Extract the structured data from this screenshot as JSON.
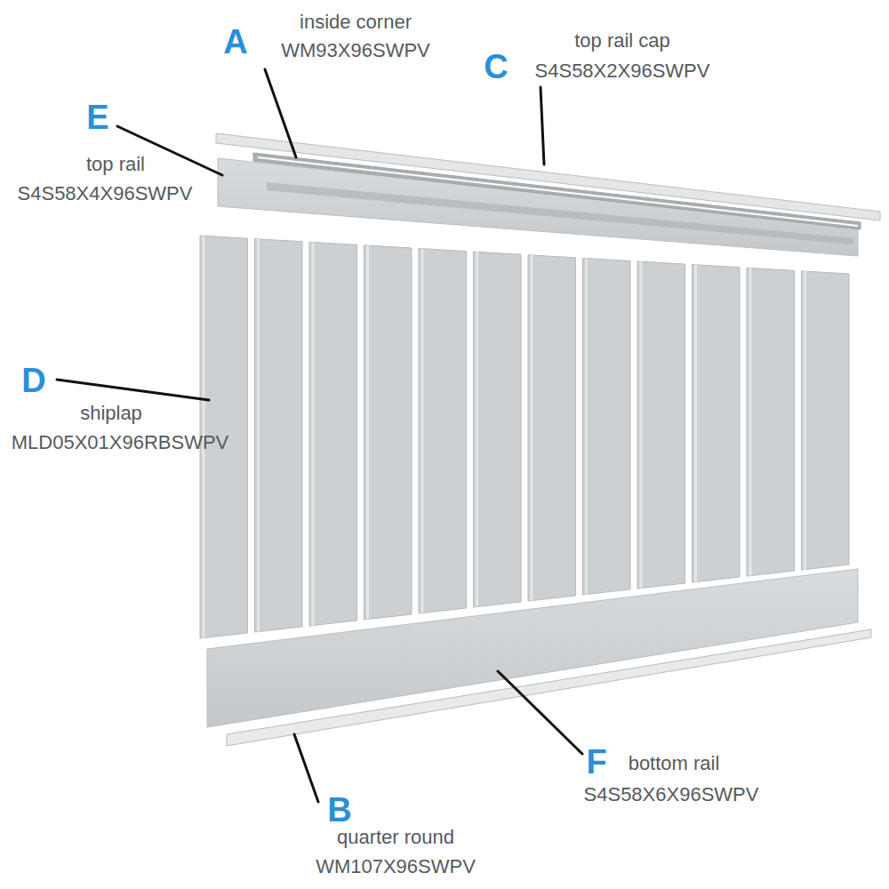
{
  "diagram": {
    "labels": [
      "A",
      "inside corner",
      "WM93X96SWPV",
      "C",
      "top rail cap",
      "S4S58X2X96SWPV",
      "E",
      "top rail",
      "S4S58X4X96SWPV",
      "D",
      "shiplap",
      "MLD05X01X96RBSWPV",
      "F",
      "bottom rail",
      "S4S58X6X96SWPV",
      "B",
      "quarter round",
      "WM107X96SWPV"
    ]
  }
}
